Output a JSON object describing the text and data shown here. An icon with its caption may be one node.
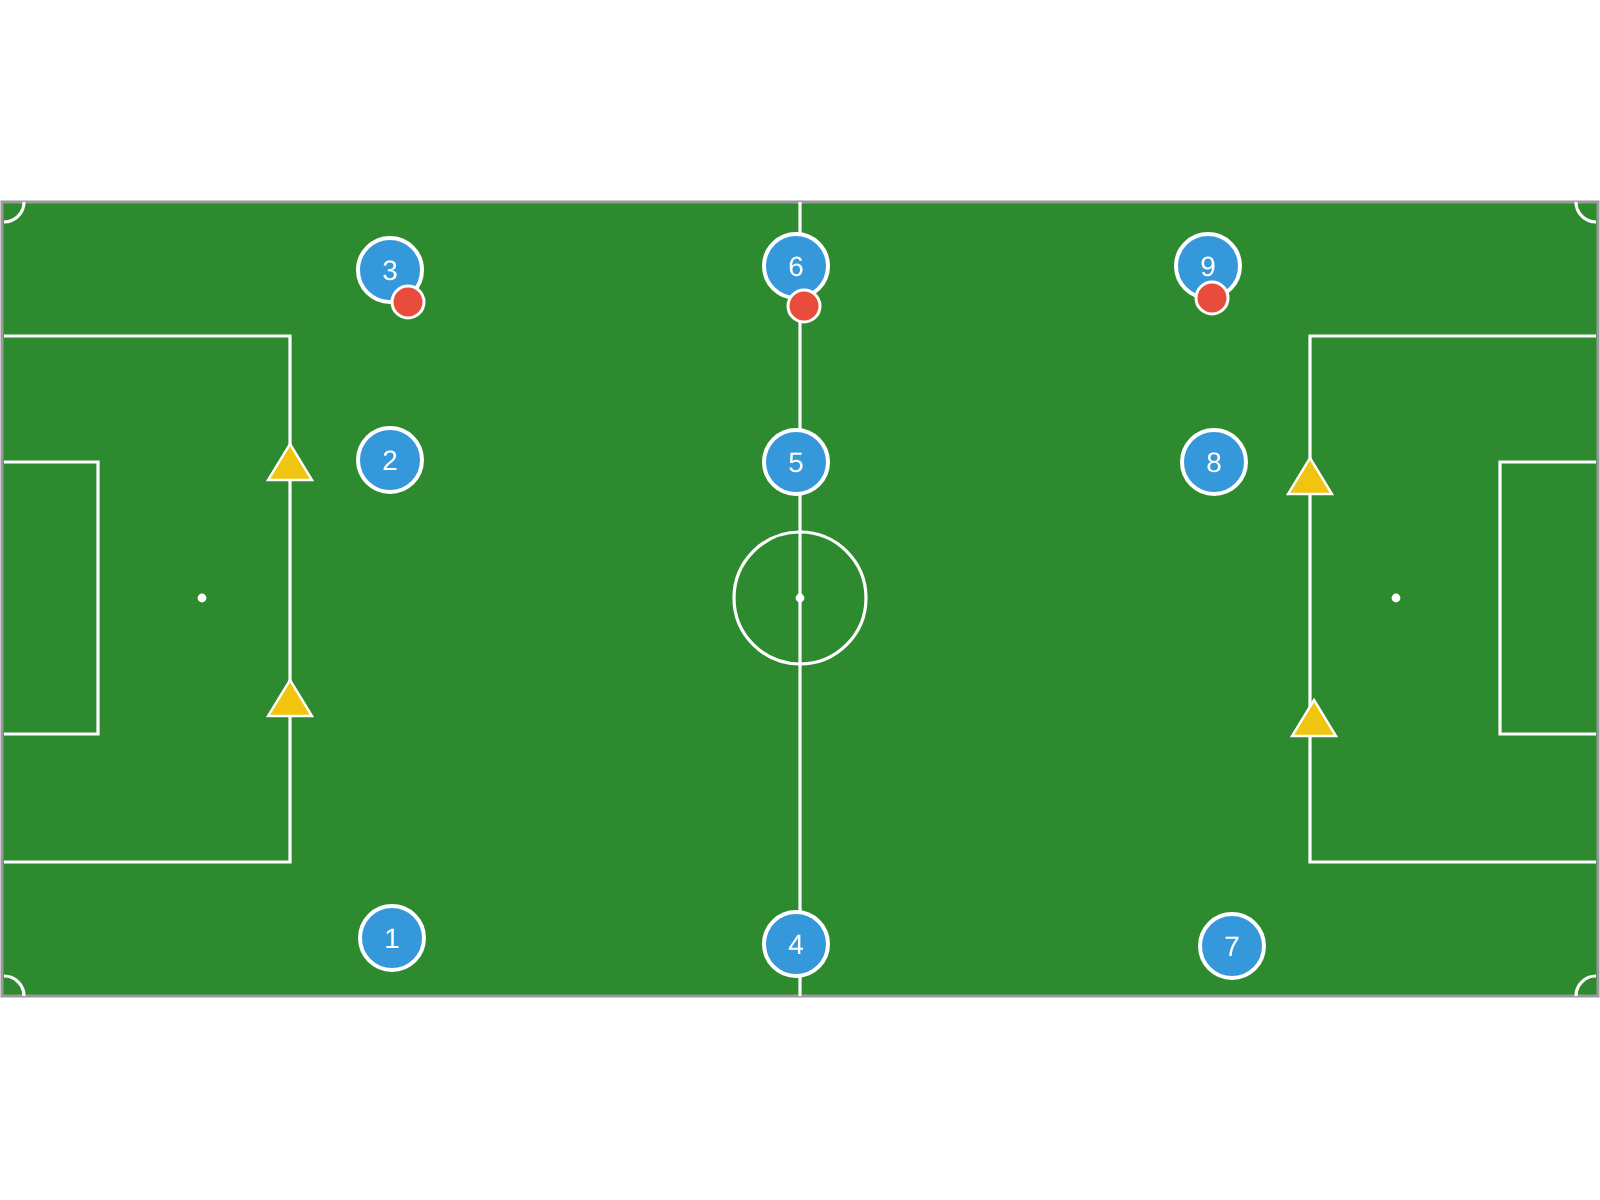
{
  "diagram": {
    "nodes": [
      {
        "text": [
          "3"
        ]
      },
      {
        "text": [
          "6"
        ]
      },
      {
        "text": [
          "9"
        ]
      },
      {
        "text": [
          "2"
        ]
      },
      {
        "text": [
          "5"
        ]
      },
      {
        "text": [
          "8"
        ]
      },
      {
        "text": [
          "1"
        ]
      },
      {
        "text": [
          "4"
        ]
      },
      {
        "text": [
          "7"
        ]
      }
    ]
  }
}
